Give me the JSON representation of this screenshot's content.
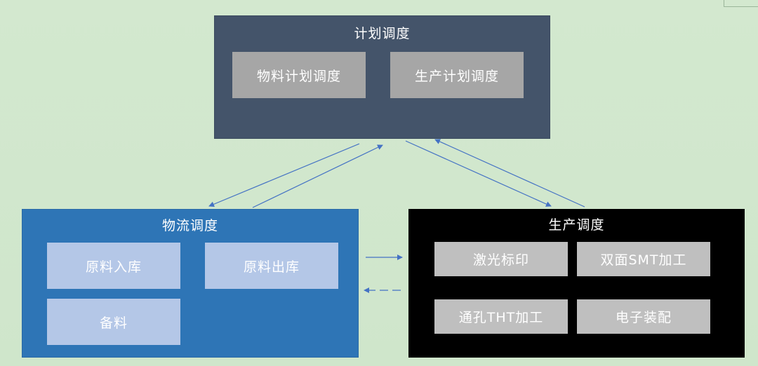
{
  "plan_panel": {
    "title": "计划调度",
    "cards": [
      "物料计划调度",
      "生产计划调度"
    ]
  },
  "logistics_panel": {
    "title": "物流调度",
    "cards": [
      "原料入库",
      "原料出库",
      "备料"
    ]
  },
  "production_panel": {
    "title": "生产调度",
    "cards": [
      "激光标印",
      "双面SMT加工",
      "通孔THT加工",
      "电子装配"
    ]
  },
  "colors": {
    "background": "#d3e8cf",
    "plan_panel": "#44546a",
    "logistics_panel": "#2e75b6",
    "production_panel": "#000000",
    "plan_card": "#a6a6a6",
    "logistics_card": "#b4c7e7",
    "production_card": "#bfbfbf",
    "arrow": "#4472c4"
  }
}
